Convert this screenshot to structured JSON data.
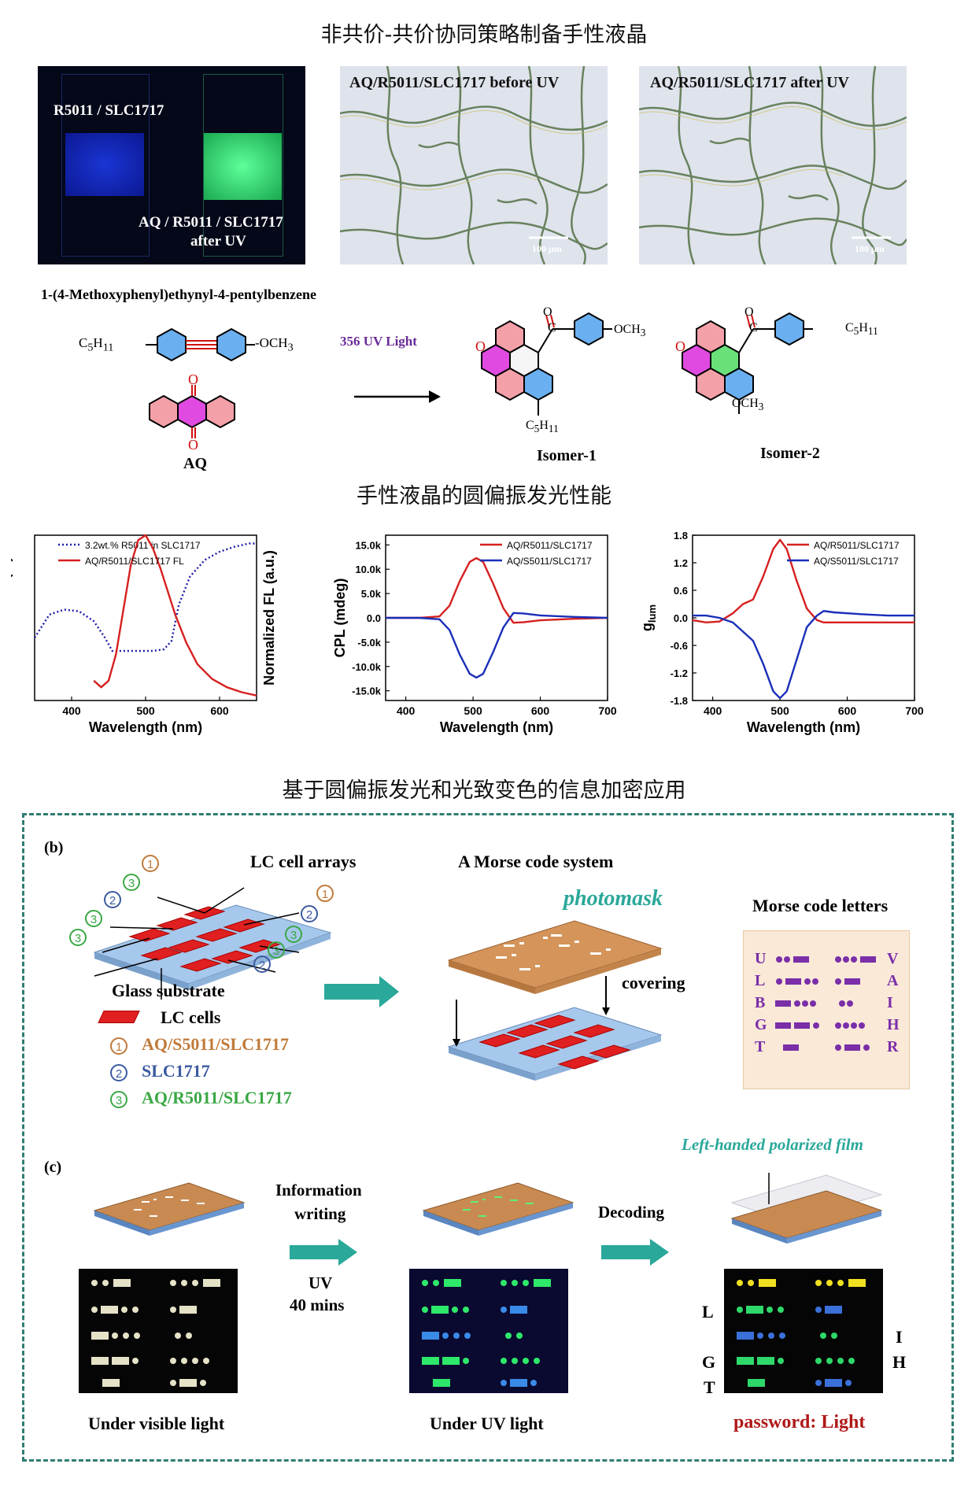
{
  "titles": {
    "top": "非共价-共价协同策略制备手性液晶",
    "middle": "手性液晶的圆偏振发光性能",
    "bottom": "基于圆偏振发光和光致变色的信息加密应用"
  },
  "photos": {
    "photo1_label_a": "R5011 / SLC1717",
    "photo1_label_b": "AQ / R5011 / SLC1717",
    "photo1_label_c": "after UV",
    "photo2_label": "AQ/R5011/SLC1717 before UV",
    "photo3_label": "AQ/R5011/SLC1717 after UV",
    "scale_bar": "100 μm"
  },
  "scheme": {
    "compound_name": "1-(4-Methoxyphenyl)ethynyl-4-pentylbenzene",
    "c5h11_left": "C",
    "och3_right": "-OCH",
    "aq_label": "AQ",
    "arrow_label": "356 UV Light",
    "isomer1": "Isomer-1",
    "isomer2": "Isomer-2",
    "o": "O",
    "c": "C",
    "och3": "OCH",
    "c5h11": "C",
    "sub5": "5",
    "sub11": "11",
    "sub3": "3"
  },
  "chart_data": [
    {
      "type": "line",
      "xlabel": "Wavelength (nm)",
      "ylabel": "Transmittance (%)",
      "ylabel2": "Normalized FL (a.u.)",
      "xlim": [
        350,
        650
      ],
      "xticks": [
        "400",
        "500",
        "600"
      ],
      "series": [
        {
          "name": "3.2wt.% R5011 in SLC1717",
          "style": "dotted",
          "color": "#1a1aa6",
          "x": [
            350,
            370,
            390,
            410,
            430,
            445,
            455,
            470,
            490,
            510,
            525,
            535,
            545,
            560,
            580,
            600,
            620,
            640,
            650
          ],
          "y": [
            0.38,
            0.52,
            0.55,
            0.54,
            0.48,
            0.38,
            0.3,
            0.3,
            0.3,
            0.3,
            0.31,
            0.36,
            0.58,
            0.75,
            0.85,
            0.9,
            0.93,
            0.95,
            0.95
          ]
        },
        {
          "name": "AQ/R5011/SLC1717  FL",
          "style": "solid",
          "color": "#d62020",
          "x": [
            430,
            440,
            450,
            460,
            470,
            480,
            490,
            500,
            510,
            520,
            530,
            540,
            555,
            570,
            590,
            610,
            630,
            650
          ],
          "y": [
            0.12,
            0.08,
            0.12,
            0.28,
            0.55,
            0.82,
            0.97,
            1.0,
            0.92,
            0.8,
            0.66,
            0.52,
            0.35,
            0.22,
            0.13,
            0.08,
            0.05,
            0.03
          ]
        }
      ]
    },
    {
      "type": "line",
      "xlabel": "Wavelength (nm)",
      "ylabel": "CPL (mdeg)",
      "xlim": [
        370,
        700
      ],
      "ylim": [
        -17000,
        17000
      ],
      "xticks": [
        "400",
        "500",
        "600",
        "700"
      ],
      "yticks": [
        "15.0k",
        "10.0k",
        "5.0k",
        "0.0",
        "-5.0k",
        "-10.0k",
        "-15.0k"
      ],
      "series": [
        {
          "name": "AQ/R5011/SLC1717",
          "color": "#d62020",
          "x": [
            370,
            420,
            450,
            465,
            480,
            495,
            505,
            515,
            530,
            545,
            560,
            575,
            600,
            650,
            700
          ],
          "y": [
            0,
            0,
            300,
            2500,
            7500,
            11500,
            12300,
            11500,
            7000,
            2000,
            -1000,
            -900,
            -500,
            -200,
            0
          ]
        },
        {
          "name": "AQ/S5011/SLC1717",
          "color": "#1a2fb8",
          "x": [
            370,
            420,
            450,
            465,
            480,
            495,
            505,
            515,
            530,
            545,
            560,
            575,
            600,
            650,
            700
          ],
          "y": [
            0,
            0,
            -300,
            -2500,
            -7500,
            -11500,
            -12300,
            -11500,
            -7000,
            -2000,
            1000,
            900,
            500,
            200,
            0
          ]
        }
      ]
    },
    {
      "type": "line",
      "xlabel": "Wavelength (nm)",
      "ylabel": "g",
      "ylabel_sub": "lum",
      "xlim": [
        370,
        700
      ],
      "ylim": [
        -1.8,
        1.8
      ],
      "xticks": [
        "400",
        "500",
        "600",
        "700"
      ],
      "yticks": [
        "1.8",
        "1.2",
        "0.6",
        "0.0",
        "-0.6",
        "-1.2",
        "-1.8"
      ],
      "series": [
        {
          "name": "AQ/R5011/SLC1717",
          "color": "#d62020",
          "x": [
            370,
            390,
            410,
            430,
            445,
            460,
            475,
            490,
            500,
            510,
            525,
            540,
            555,
            565,
            580,
            620,
            660,
            700
          ],
          "y": [
            -0.05,
            -0.1,
            -0.08,
            0.1,
            0.3,
            0.4,
            0.9,
            1.5,
            1.7,
            1.5,
            0.8,
            0.2,
            -0.05,
            -0.1,
            -0.1,
            -0.1,
            -0.1,
            -0.1
          ]
        },
        {
          "name": "AQ/S5011/SLC1717",
          "color": "#1a2fb8",
          "x": [
            370,
            390,
            410,
            430,
            445,
            460,
            475,
            490,
            500,
            510,
            525,
            540,
            555,
            565,
            580,
            620,
            660,
            700
          ],
          "y": [
            0.05,
            0.05,
            0.0,
            -0.1,
            -0.3,
            -0.5,
            -1.0,
            -1.6,
            -1.75,
            -1.6,
            -0.9,
            -0.2,
            0.05,
            0.15,
            0.12,
            0.08,
            0.05,
            0.05
          ]
        }
      ]
    }
  ],
  "panel_b": {
    "tag": "(b)",
    "lc_arrays": "LC cell arrays",
    "glass": "Glass substrate",
    "lc_cells": "LC cells",
    "one": "1",
    "two": "2",
    "three": "3",
    "leg1": "AQ/S5011/SLC1717",
    "leg2": "SLC1717",
    "leg3": "AQ/R5011/SLC1717",
    "morse_title": "A Morse code system",
    "photomask": "photomask",
    "covering": "covering",
    "morse_letters_title": "Morse code letters",
    "letters_left": [
      "U",
      "L",
      "B",
      "G",
      "T"
    ],
    "letters_right": [
      "V",
      "A",
      "I",
      "H",
      "R"
    ]
  },
  "panel_c": {
    "tag": "(c)",
    "info_writing_1": "Information",
    "info_writing_2": "writing",
    "uv": "UV",
    "mins": "40 mins",
    "decoding": "Decoding",
    "film": "Left-handed polarized film",
    "visible": "Under visible light",
    "uvlight": "Under UV light",
    "password": "password: Light",
    "dec_L": "L",
    "dec_G": "G",
    "dec_T": "T",
    "dec_I": "I",
    "dec_H": "H"
  },
  "colors": {
    "accent_teal": "#2aa89a",
    "purple": "#7a2ea8",
    "orange": "#c07a3a",
    "blue_circ": "#3b5aa0",
    "green_circ": "#3aa844",
    "red_lc": "#e02020",
    "password_red": "#b01818"
  }
}
